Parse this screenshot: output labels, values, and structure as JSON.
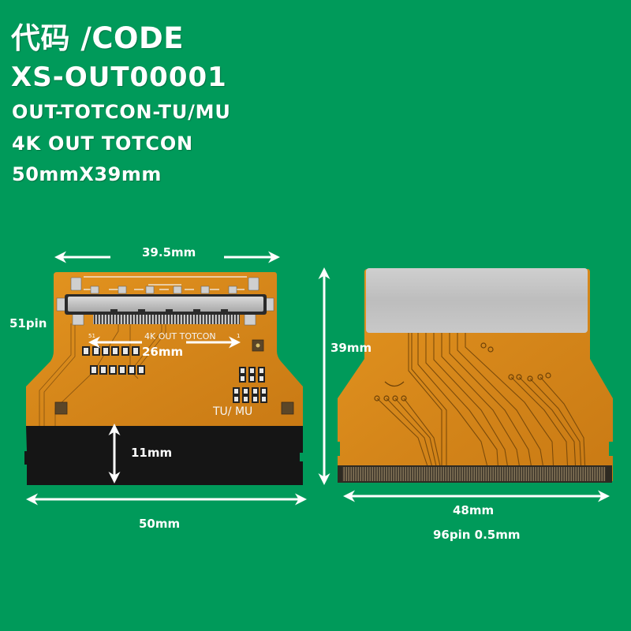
{
  "header": {
    "code_label": "代码 /CODE",
    "model_code": "XS-OUT00001",
    "part_name": "OUT-TOTCON-TU/MU",
    "description": "4K OUT TOTCON",
    "size": "50mmX39mm"
  },
  "front_board": {
    "silkscreen_label": "4K OUT TOTCON",
    "silkscreen_model": "TU/ MU",
    "pin_first": "51",
    "pin_last": "1",
    "dimensions": {
      "top_width": "39.5mm",
      "pin_count": "51pin",
      "connector_width": "26mm",
      "stiffener_height": "11mm",
      "total_width": "50mm"
    }
  },
  "back_board": {
    "dimensions": {
      "height": "39mm",
      "width": "48mm",
      "pin_spec": "96pin 0.5mm"
    }
  },
  "colors": {
    "background": "#009a5a",
    "flex_pcb": "#d98a1c",
    "stiffener": "#141414",
    "metal_shield": "#c4c4c4",
    "text": "#ffffff"
  }
}
